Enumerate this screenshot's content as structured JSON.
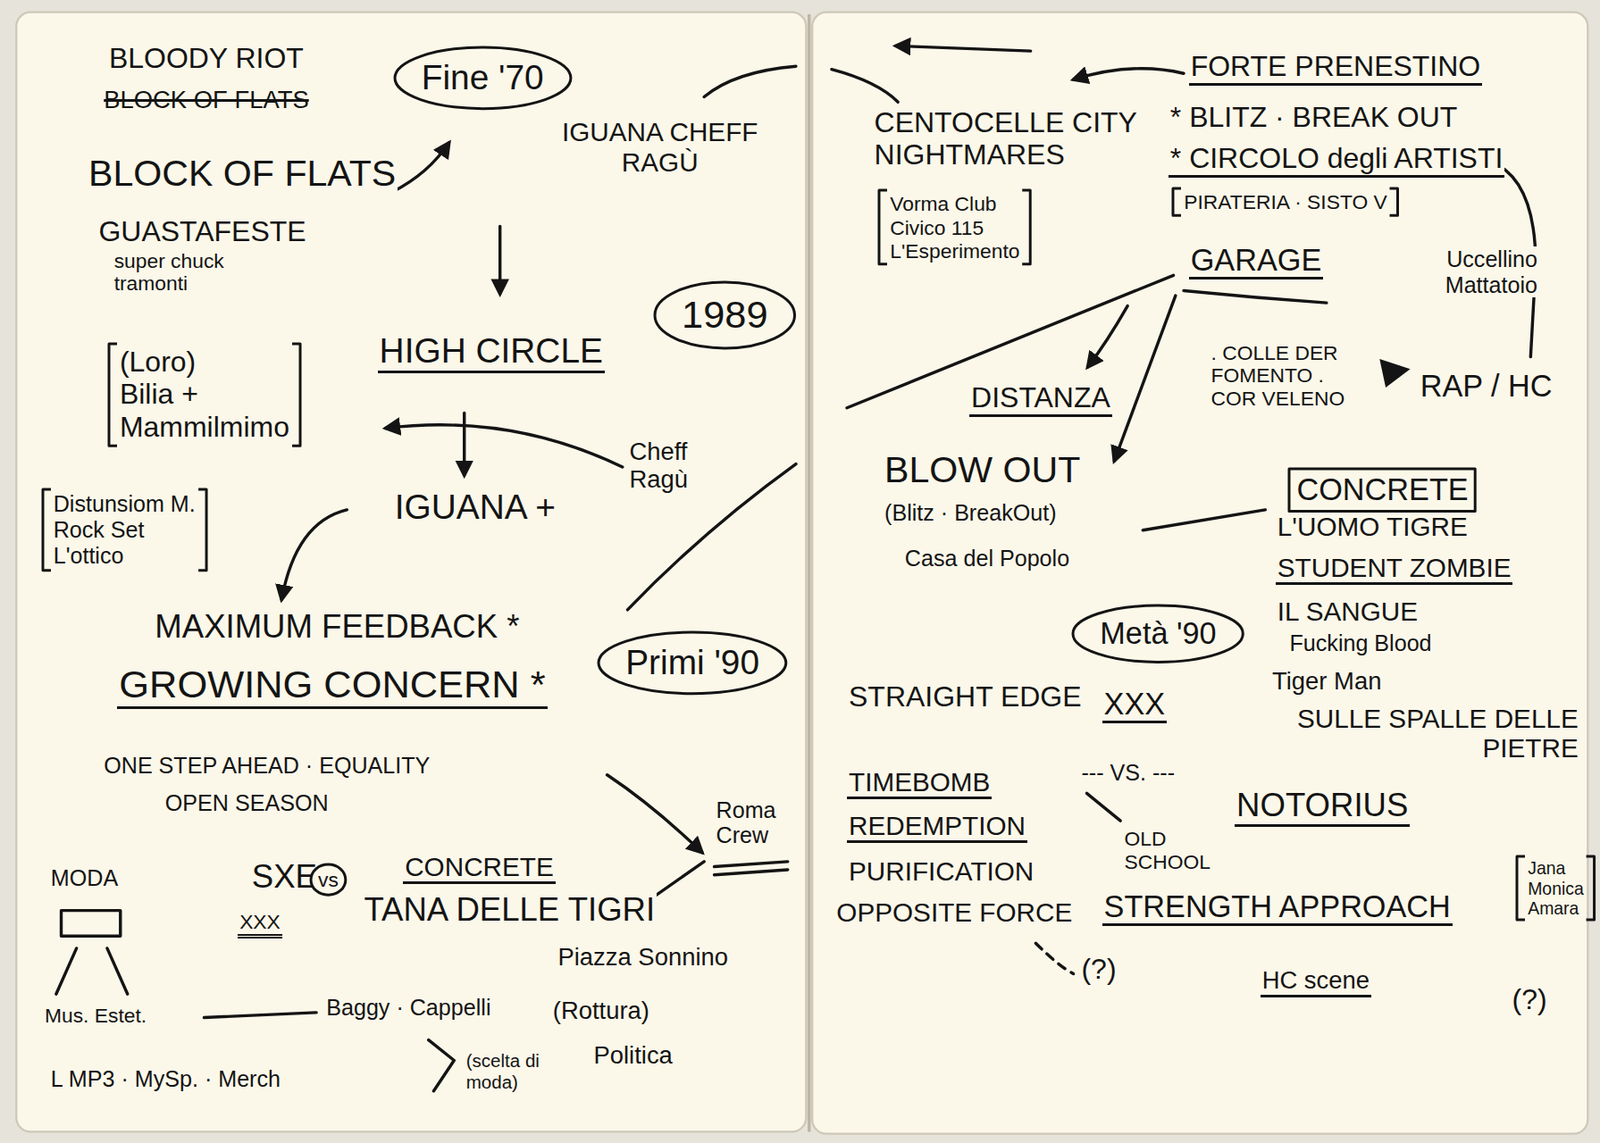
{
  "diagram": {
    "nodes": [
      {
        "text": [
          "Fine '70"
        ]
      },
      {
        "text": [
          "1989"
        ]
      },
      {
        "text": [
          "(Loro)",
          "Bilia +",
          "Mammilmimo"
        ]
      },
      {
        "text": [
          "Distunsiom M.",
          "Rock Set",
          "L'ottico"
        ]
      },
      {
        "text": [
          "Primi '90"
        ]
      },
      {
        "text": [
          "vs"
        ]
      },
      {
        "text": [
          "PIRATERIA · SISTO V"
        ]
      },
      {
        "text": [
          "Vorma Club",
          "Civico 115",
          "L'Esperimento"
        ]
      },
      {
        "text": [
          "CONCRETE"
        ]
      },
      {
        "text": [
          "Metà '90"
        ]
      },
      {
        "text": [
          "Jana",
          "Monica",
          "Amara"
        ]
      }
    ],
    "labels": [
      "BLOODY RIOT",
      "BLOCK OF FLATS",
      "BLOCK OF FLATS",
      "IGUANA CHEFF RAGÙ",
      "GUASTAFESTE",
      "super chuck tramonti",
      "HIGH CIRCLE",
      "IGUANA +",
      "Cheff Ragù",
      "MAXIMUM FEEDBACK *",
      "GROWING CONCERN *",
      "ONE STEP AHEAD · EQUALITY",
      "OPEN SEASON",
      "Roma Crew",
      "MODA",
      "SXE",
      "XXX",
      "CONCRETE",
      "TANA DELLE TIGRI",
      "Piazza Sonnino",
      "(Rottura)",
      "Politica",
      "Mus. Estet.",
      "Baggy · Cappelli",
      "(scelta di moda)",
      "L MP3 · MySp. · Merch",
      "FORTE PRENESTINO",
      "CENTOCELLE CITY NIGHTMARES",
      "* BLITZ · BREAK OUT",
      "* CIRCOLO degli ARTISTI",
      "GARAGE",
      "Uccellino Mattatoio",
      "DISTANZA",
      ". COLLE DER FOMENTO . COR VELENO",
      "RAP / HC",
      "BLOW OUT",
      "(Blitz · BreakOut)",
      "Casa del Popolo",
      "L'UOMO TIGRE",
      "STUDENT ZOMBIE",
      "IL SANGUE",
      "Fucking Blood",
      "Tiger Man",
      "SULLE SPALLE DELLE PIETRE",
      "STRAIGHT EDGE",
      "XXX",
      "--- VS. ---",
      "TIMEBOMB",
      "REDEMPTION",
      "PURIFICATION",
      "OPPOSITE FORCE",
      "OLD SCHOOL",
      "NOTORIUS",
      "STRENGTH APPROACH",
      "(?)",
      "HC scene",
      "(?)"
    ]
  }
}
